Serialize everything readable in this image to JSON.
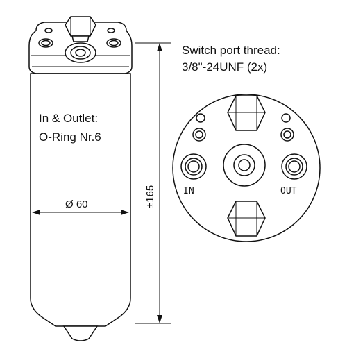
{
  "labels": {
    "switch_port_line1": "Switch port thread:",
    "switch_port_line2": "3/8\"-24UNF (2x)",
    "inlet_outlet_line1": "In & Outlet:",
    "inlet_outlet_line2": "O-Ring Nr.6",
    "diameter": "Ø 60",
    "height": "±165",
    "port_in": "IN",
    "port_out": "OUT"
  }
}
